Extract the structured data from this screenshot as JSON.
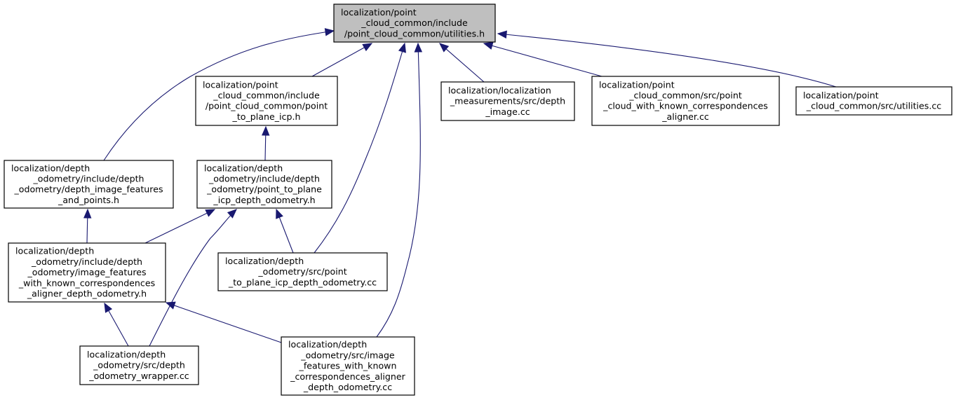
{
  "diagram": {
    "nodes": [
      {
        "id": "utilities_h",
        "lines": [
          "localization/point",
          "_cloud_common/include",
          "/point_cloud_common/utilities.h"
        ]
      },
      {
        "id": "depth_image_features_and_points_h",
        "lines": [
          "localization/depth",
          "_odometry/include/depth",
          "_odometry/depth_image_features",
          "_and_points.h"
        ]
      },
      {
        "id": "point_to_plane_icp_h",
        "lines": [
          "localization/point",
          "_cloud_common/include",
          "/point_cloud_common/point",
          "_to_plane_icp.h"
        ]
      },
      {
        "id": "depth_image_cc",
        "lines": [
          "localization/localization",
          "_measurements/src/depth",
          "_image.cc"
        ]
      },
      {
        "id": "known_correspondences_aligner_cc",
        "lines": [
          "localization/point",
          "_cloud_common/src/point",
          "_cloud_with_known_correspondences",
          "_aligner.cc"
        ]
      },
      {
        "id": "utilities_cc",
        "lines": [
          "localization/point",
          "_cloud_common/src/utilities.cc"
        ]
      },
      {
        "id": "icp_depth_odometry_h",
        "lines": [
          "localization/depth",
          "_odometry/include/depth",
          "_odometry/point_to_plane",
          "_icp_depth_odometry.h"
        ]
      },
      {
        "id": "image_features_aligner_depth_odometry_h",
        "lines": [
          "localization/depth",
          "_odometry/include/depth",
          "_odometry/image_features",
          "_with_known_correspondences",
          "_aligner_depth_odometry.h"
        ]
      },
      {
        "id": "icp_depth_odometry_cc",
        "lines": [
          "localization/depth",
          "_odometry/src/point",
          "_to_plane_icp_depth_odometry.cc"
        ]
      },
      {
        "id": "depth_odometry_wrapper_cc",
        "lines": [
          "localization/depth",
          "_odometry/src/depth",
          "_odometry_wrapper.cc"
        ]
      },
      {
        "id": "image_features_aligner_depth_odometry_cc",
        "lines": [
          "localization/depth",
          "_odometry/src/image",
          "_features_with_known",
          "_correspondences_aligner",
          "_depth_odometry.cc"
        ]
      }
    ],
    "edges": [
      {
        "from": "depth_image_features_and_points_h",
        "to": "utilities_h"
      },
      {
        "from": "point_to_plane_icp_h",
        "to": "utilities_h"
      },
      {
        "from": "icp_depth_odometry_cc",
        "to": "utilities_h"
      },
      {
        "from": "image_features_aligner_depth_odometry_cc",
        "to": "utilities_h"
      },
      {
        "from": "depth_image_cc",
        "to": "utilities_h"
      },
      {
        "from": "known_correspondences_aligner_cc",
        "to": "utilities_h"
      },
      {
        "from": "utilities_cc",
        "to": "utilities_h"
      },
      {
        "from": "icp_depth_odometry_h",
        "to": "point_to_plane_icp_h"
      },
      {
        "from": "image_features_aligner_depth_odometry_h",
        "to": "depth_image_features_and_points_h"
      },
      {
        "from": "image_features_aligner_depth_odometry_h",
        "to": "icp_depth_odometry_h"
      },
      {
        "from": "depth_odometry_wrapper_cc",
        "to": "icp_depth_odometry_h"
      },
      {
        "from": "icp_depth_odometry_cc",
        "to": "icp_depth_odometry_h"
      },
      {
        "from": "depth_odometry_wrapper_cc",
        "to": "image_features_aligner_depth_odometry_h"
      },
      {
        "from": "image_features_aligner_depth_odometry_cc",
        "to": "image_features_aligner_depth_odometry_h"
      }
    ]
  }
}
